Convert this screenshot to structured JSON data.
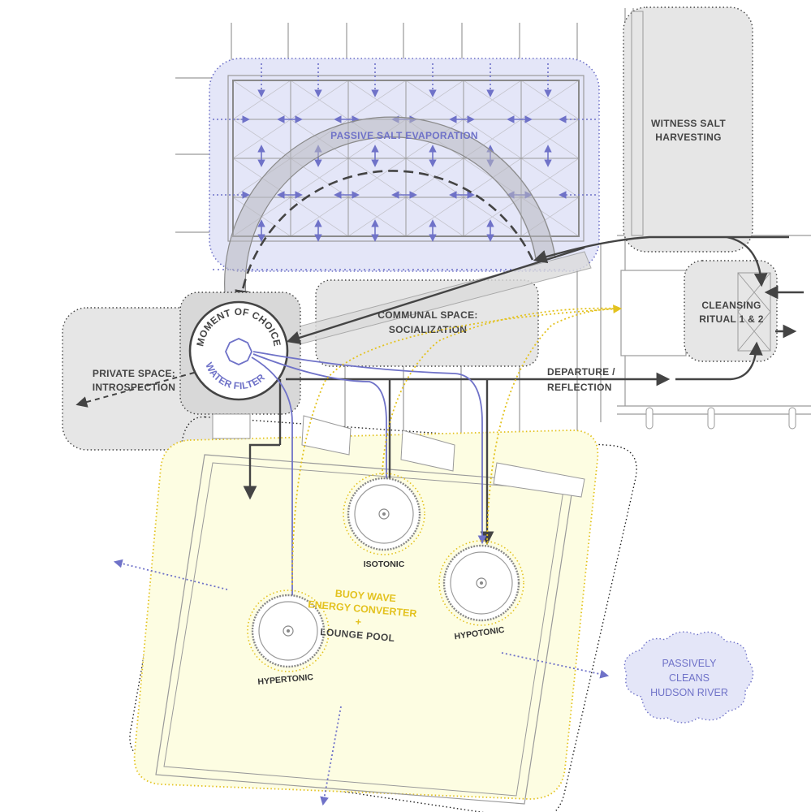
{
  "labels": {
    "passive_salt": "PASSIVE SALT EVAPORATION",
    "witness_line1": "WITNESS SALT",
    "witness_line2": "HARVESTING",
    "cleansing_line1": "CLEANSING",
    "cleansing_line2": "RITUAL 1 & 2",
    "communal_line1": "COMMUNAL SPACE:",
    "communal_line2": "SOCIALIZATION",
    "private_line1": "PRIVATE SPACE:",
    "private_line2": "INTROSPECTION",
    "departure_line1": "DEPARTURE /",
    "departure_line2": "REFLECTION",
    "moment_of_choice": "MOMENT OF CHOICE",
    "water_filter": "WATER FILTER",
    "buoy_line1": "BUOY WAVE",
    "buoy_line2": "ENERGY CONVERTER",
    "buoy_plus": "+",
    "lounge_pool": "LOUNGE POOL",
    "isotonic": "ISOTONIC",
    "hypotonic": "HYPOTONIC",
    "hypertonic": "HYPERTONIC",
    "river_line1": "PASSIVELY",
    "river_line2": "CLEANS",
    "river_line3": "HUDSON RIVER"
  },
  "colors": {
    "blue_accent": "#6f72c8",
    "blue_fill": "#e4e6f8",
    "yellow_accent": "#e3c21f",
    "yellow_fill": "#fdfde2",
    "gray_zone": "#e6e6e6",
    "dark_arrow": "#444444",
    "structure_line": "#9a9a9a"
  }
}
